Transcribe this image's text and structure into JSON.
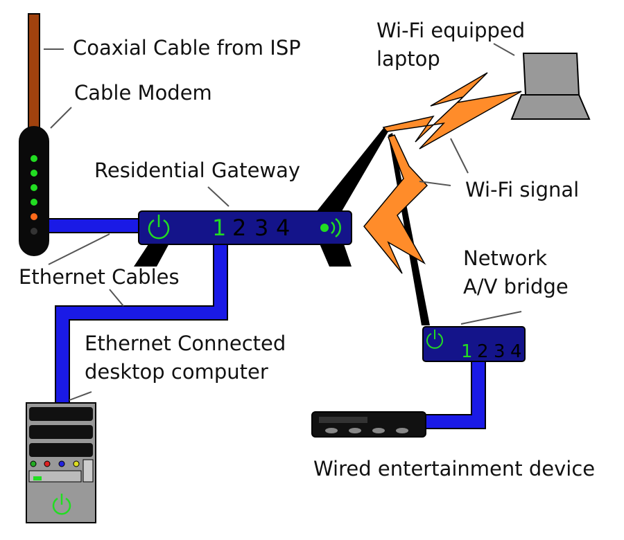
{
  "labels": {
    "coax": "Coaxial Cable from ISP",
    "modem": "Cable Modem",
    "gateway": "Residential Gateway",
    "ethernet": "Ethernet Cables",
    "desktop_l1": "Ethernet Connected",
    "desktop_l2": "desktop computer",
    "laptop_l1": "Wi-Fi equipped",
    "laptop_l2": " laptop",
    "wifi": "Wi-Fi signal",
    "bridge_l1": "Network",
    "bridge_l2": "A/V bridge",
    "entertainment": "Wired entertainment device"
  },
  "gateway_ports": [
    "1",
    "2",
    "3",
    "4"
  ],
  "bridge_ports": [
    "1",
    "2",
    "3",
    "4"
  ],
  "colors": {
    "ethernet_cable": "#1a1ae6",
    "coax_cable": "#a0420e",
    "device_blue": "#14148a",
    "led_green": "#22dd22",
    "led_orange": "#ff6a1a",
    "wifi_signal": "#ff8c2a",
    "laptop_gray": "#999999"
  }
}
